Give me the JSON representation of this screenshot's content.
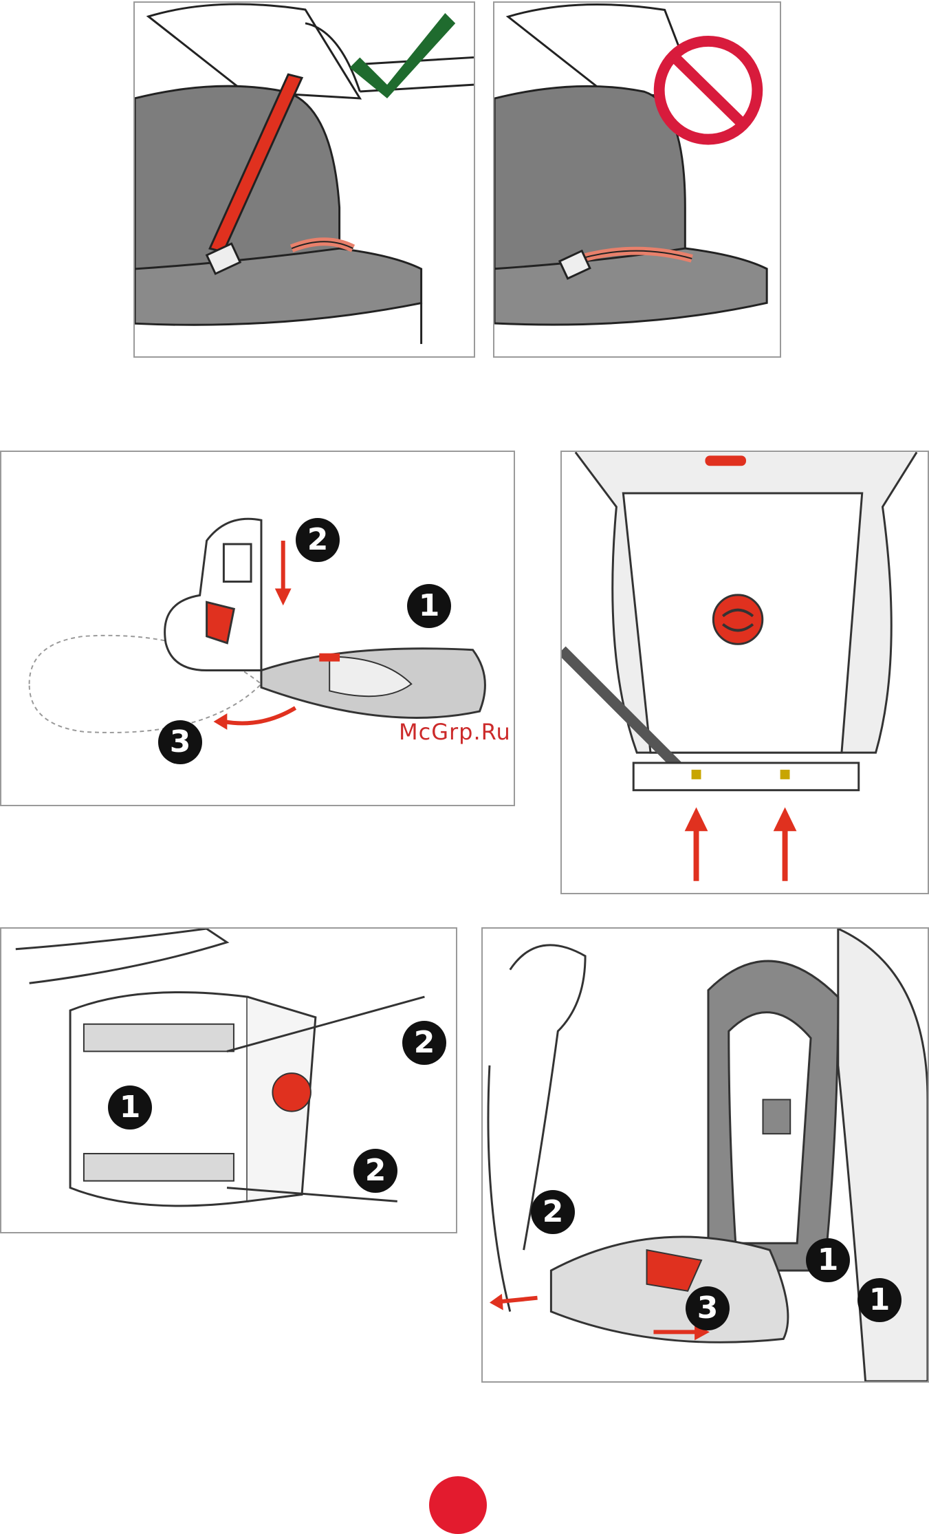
{
  "colors": {
    "belt_red": "#e0311f",
    "check_green": "#1f6b2e",
    "prohibit_red": "#d81b3c",
    "seat_gray": "#7d7d7d",
    "dark_gray": "#555555",
    "page_dot": "#e31b2e",
    "panel_border": "#9a9a9a"
  },
  "icons": {
    "check": "check-icon",
    "prohibited": "prohibited-icon"
  },
  "step_numbers": {
    "fold_one": "1",
    "fold_two": "2",
    "fold_three": "3",
    "strap_one": "1",
    "strap_two_top": "2",
    "strap_two_bottom": "2",
    "install_two": "2",
    "install_three": "3",
    "install_one_a": "1",
    "install_one_b": "1"
  },
  "watermark": "McGrp.Ru"
}
